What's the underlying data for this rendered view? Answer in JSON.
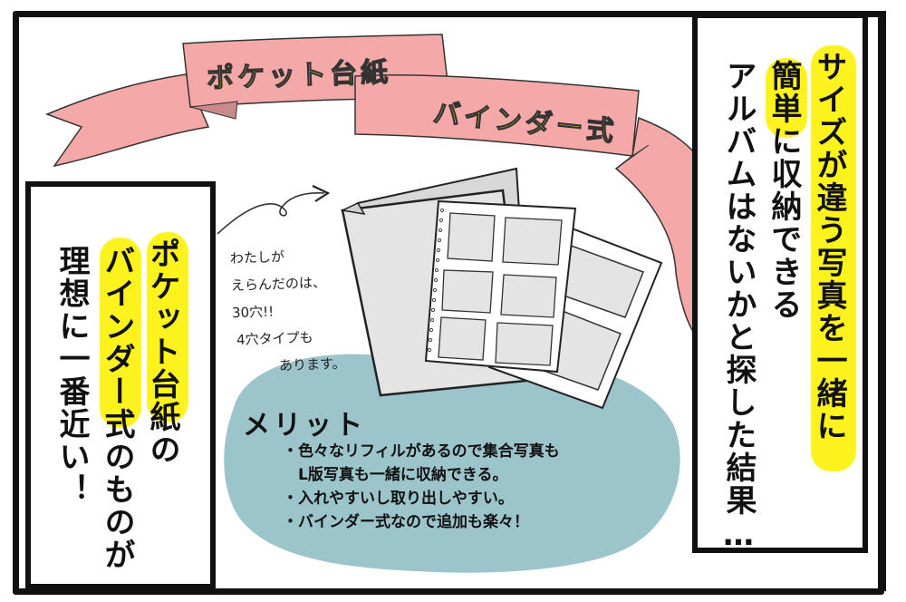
{
  "ribbons": {
    "top": "ポケット台紙",
    "bottom": "バインダー式"
  },
  "right_panel": {
    "lines": [
      {
        "text": "サイズが違う写真を一緒に",
        "highlighted": true
      },
      {
        "text": "簡単に収納できる",
        "highlighted_part": "簡単に"
      },
      {
        "text": "アルバムはないかと探した結果…",
        "highlighted": false
      }
    ]
  },
  "left_panel": {
    "lines": [
      {
        "text": "ポケット台紙の",
        "highlighted_part": "ポケット台紙"
      },
      {
        "text": "バインダー式のものが",
        "highlighted_part": "バインダー式"
      },
      {
        "text": "理想に一番近い！",
        "highlighted": false
      }
    ]
  },
  "handwritten_note": {
    "lines": [
      "わたしが",
      "えらんだのは、",
      "30穴!!",
      "4穴タイプも",
      "あります。"
    ]
  },
  "merit": {
    "title": "メリット",
    "items": [
      "・色々なリフィルがあるので集合写真も",
      "　L版写真も一緒に収納できる。",
      "・入れやすいし取り出しやすい。",
      "・バインダー式なので追加も楽々！"
    ]
  },
  "colors": {
    "ribbon_pink": "#f4a9a8",
    "ribbon_fold": "#c98a89",
    "highlight_yellow": "#fcf21e",
    "blob_blue": "#9cc4cb",
    "binder_gray": "#e4e4e4",
    "border": "#111111"
  }
}
